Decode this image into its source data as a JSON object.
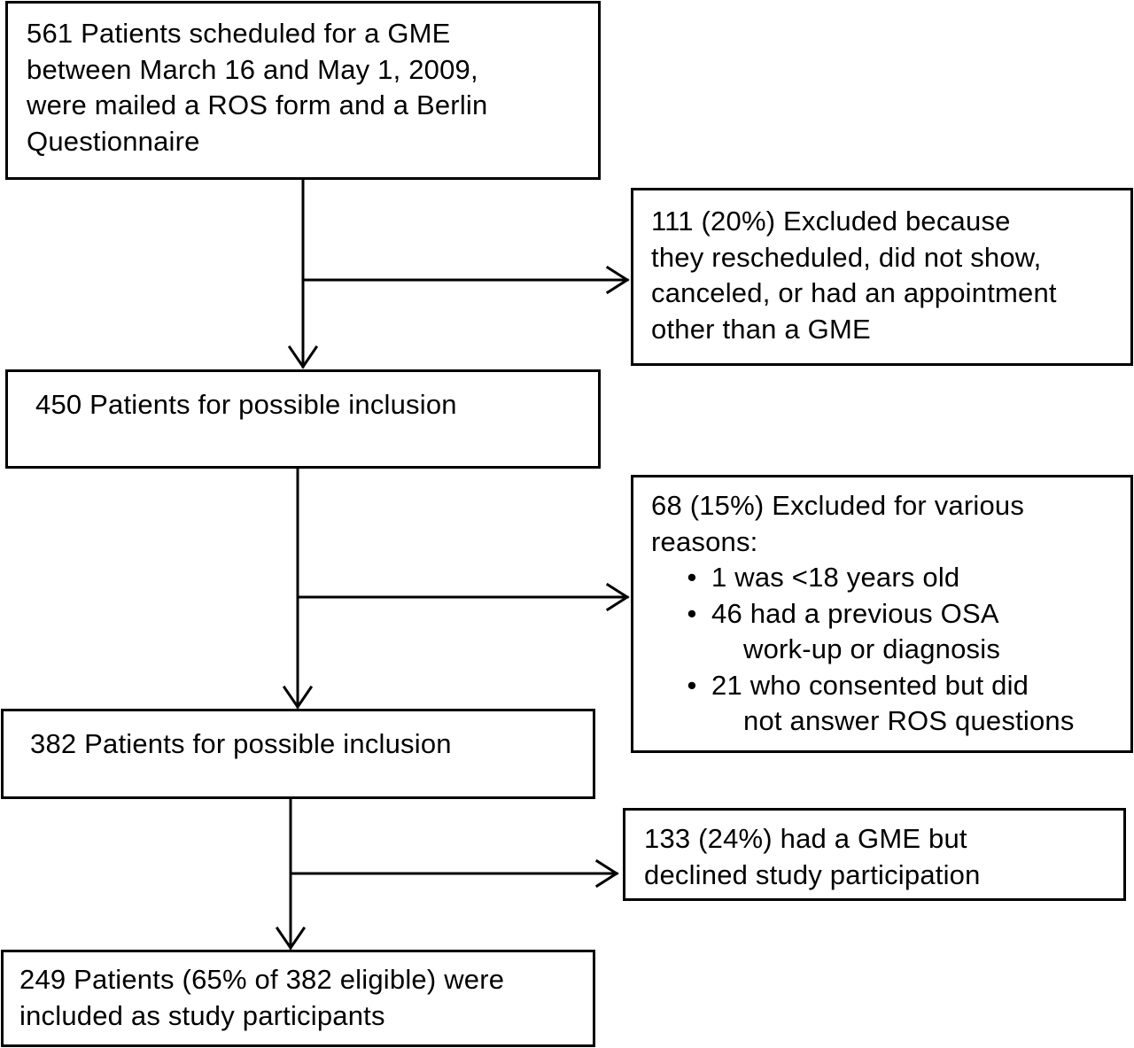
{
  "nodes": {
    "mailed": {
      "lines": [
        "561 Patients scheduled for a GME",
        "between March 16 and May 1, 2009,",
        "were mailed a ROS form and a Berlin",
        "Questionnaire"
      ]
    },
    "excluded_reschedule": {
      "lines": [
        "111 (20%) Excluded because",
        "they rescheduled, did not show,",
        "canceled, or had an appointment",
        "other than a GME"
      ]
    },
    "possible_450": {
      "lines": [
        "450 Patients for possible inclusion"
      ]
    },
    "excluded_various": {
      "heading_lines": [
        "68 (15%) Excluded for various",
        "reasons:"
      ],
      "bullets": [
        {
          "lines": [
            "1 was <18 years old"
          ]
        },
        {
          "lines": [
            "46 had a previous OSA",
            "work-up or diagnosis"
          ]
        },
        {
          "lines": [
            "21 who consented but did",
            "not answer ROS questions"
          ]
        }
      ],
      "bullet_glyph": "•"
    },
    "possible_382": {
      "lines": [
        "382 Patients for possible inclusion"
      ]
    },
    "declined": {
      "lines": [
        "133 (24%) had a GME but",
        "declined study participation"
      ]
    },
    "participants": {
      "lines": [
        "249 Patients (65% of 382 eligible) were",
        "included as study participants"
      ]
    }
  },
  "colors": {
    "stroke": "#000000",
    "background": "#ffffff"
  }
}
